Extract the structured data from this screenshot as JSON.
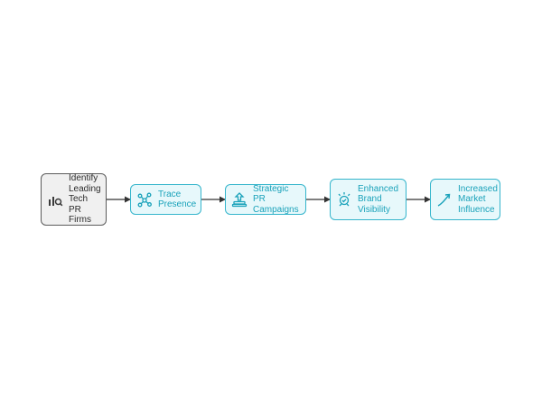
{
  "diagram": {
    "start": {
      "label": "Identify\nLeading\nTech PR\nFirms",
      "icon": "magnifier-bar-chart-icon"
    },
    "steps": [
      {
        "label": "Trace\nPresence",
        "icon": "trace-network-icon"
      },
      {
        "label": "Strategic PR\nCampaigns",
        "icon": "megaphone-podium-icon"
      },
      {
        "label": "Enhanced\nBrand\nVisibility",
        "icon": "sparkle-badge-icon"
      },
      {
        "label": "Increased\nMarket\nInfluence",
        "icon": "trend-up-arrow-icon"
      }
    ],
    "colors": {
      "start_fill": "#f0f0f0",
      "start_border": "#5b5b5b",
      "step_fill": "#e7f8fb",
      "step_border": "#35b5cc",
      "step_text": "#1aa2ba",
      "connector": "#333333"
    }
  }
}
